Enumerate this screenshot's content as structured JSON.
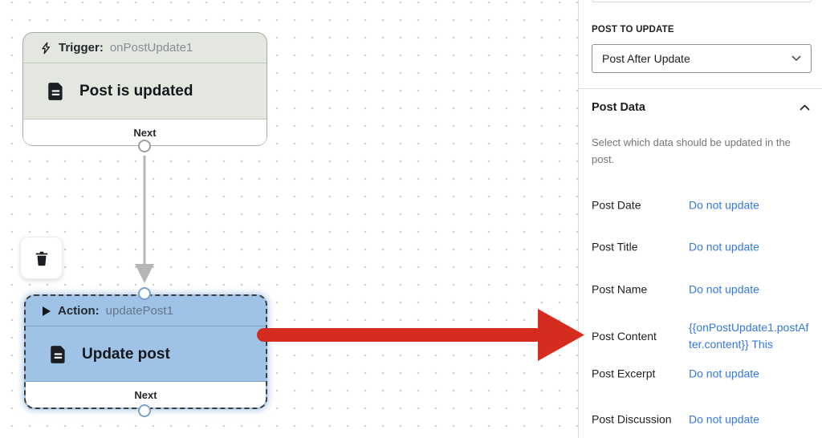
{
  "canvas": {
    "trigger_node": {
      "type_label": "Trigger:",
      "id": "onPostUpdate1",
      "title": "Post is updated",
      "next_label": "Next"
    },
    "action_node": {
      "type_label": "Action:",
      "id": "updatePost1",
      "title": "Update post",
      "next_label": "Next"
    }
  },
  "panel": {
    "post_to_update_label": "POST TO UPDATE",
    "post_to_update_value": "Post After Update",
    "post_data": {
      "title": "Post Data",
      "description": "Select which data should be updated in the post.",
      "rows": [
        {
          "label": "Post Date",
          "value": "Do not update"
        },
        {
          "label": "Post Title",
          "value": "Do not update"
        },
        {
          "label": "Post Name",
          "value": "Do not update"
        },
        {
          "label": "Post Content",
          "value": "{{onPostUpdate1.postAfter.content}} This"
        },
        {
          "label": "Post Excerpt",
          "value": "Do not update"
        },
        {
          "label": "Post Discussion",
          "value": "Do not update"
        }
      ]
    }
  },
  "colors": {
    "trigger_bg": "#e3e7df",
    "action_bg": "#9fc3e7",
    "annotation_red": "#d42d20",
    "link_blue": "#3578dc",
    "connector_gray": "#b4b6b8"
  }
}
